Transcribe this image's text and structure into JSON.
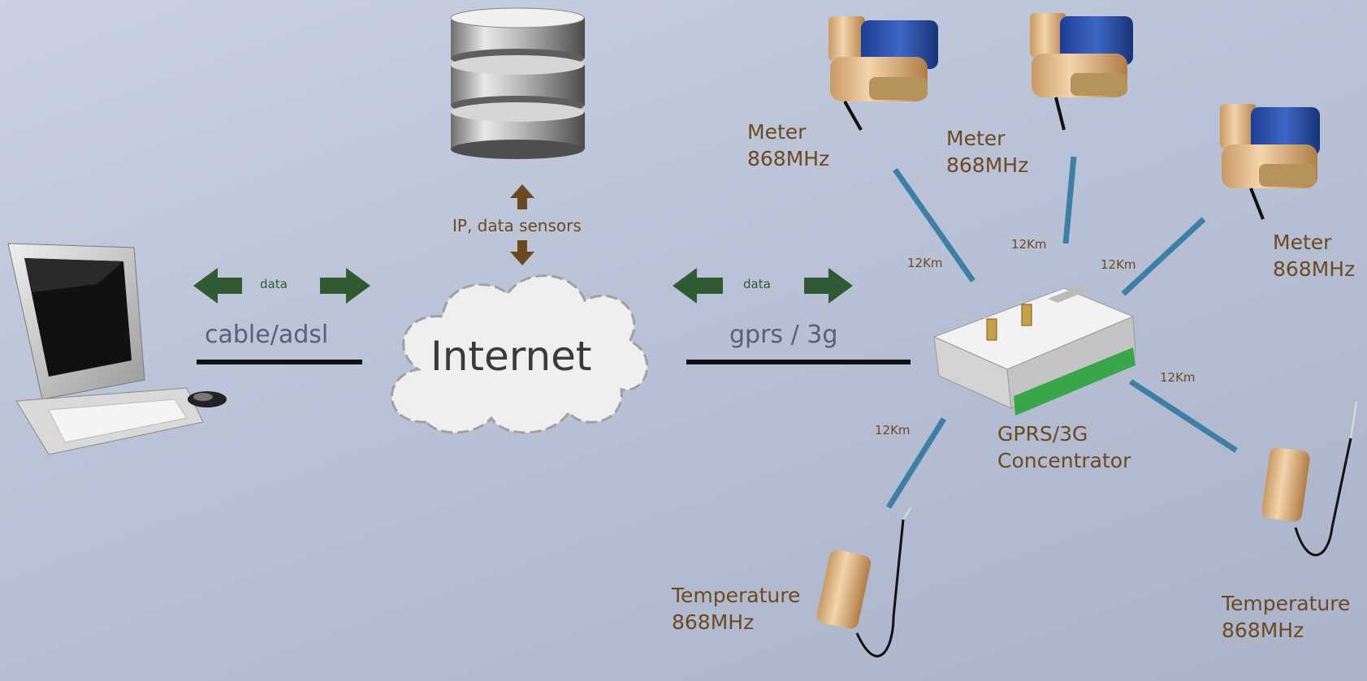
{
  "nodes": {
    "internet": "Internet",
    "ip_label": "IP,  data sensors",
    "concentrator_line1": "GPRS/3G",
    "concentrator_line2": "Concentrator"
  },
  "links": {
    "left_data": "data",
    "left_medium": "cable/adsl",
    "right_data": "data",
    "right_medium": "gprs / 3g"
  },
  "sensors": [
    {
      "line1": "Meter",
      "line2": "868MHz",
      "range": "12Km"
    },
    {
      "line1": "Meter",
      "line2": "868MHz",
      "range": "12Km"
    },
    {
      "line1": "Meter",
      "line2": "868MHz",
      "range": "12Km"
    },
    {
      "line1": "Temperature",
      "line2": "868MHz",
      "range": "12Km"
    },
    {
      "line1": "Temperature",
      "line2": "868MHz",
      "range": "12Km"
    }
  ],
  "colors": {
    "arrow_green": "#2f5a34",
    "arrow_brown": "#6b4a22",
    "radio_link": "#3f7fa6",
    "wire": "#111111"
  }
}
